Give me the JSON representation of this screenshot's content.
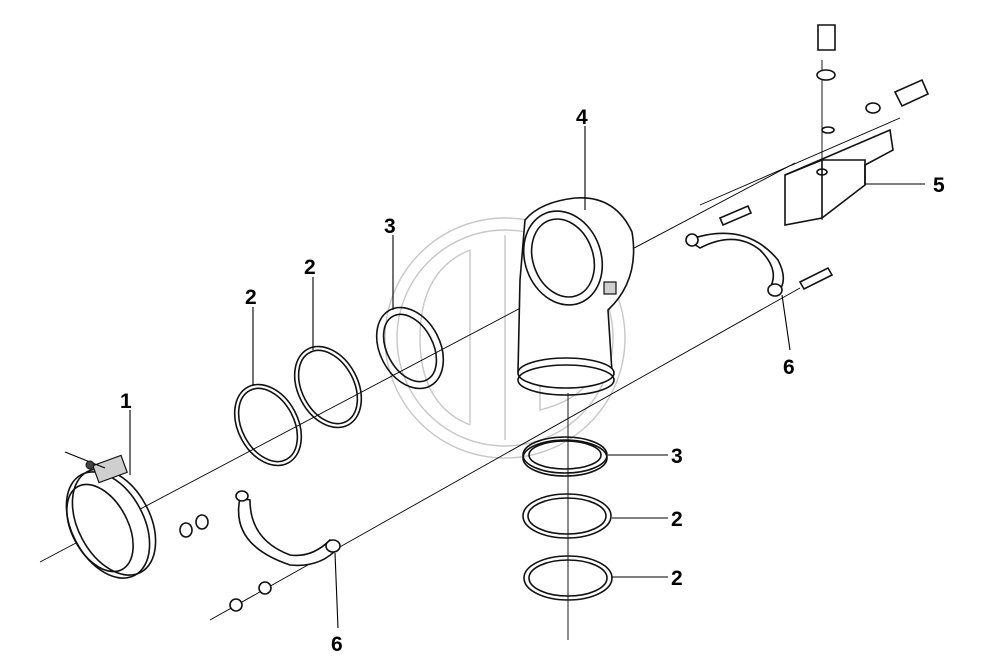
{
  "callouts": {
    "c1": "1",
    "c2a": "2",
    "c2b": "2",
    "c2c": "2",
    "c2d": "2",
    "c3a": "3",
    "c3b": "3",
    "c4": "4",
    "c5": "5",
    "c6a": "6",
    "c6b": "6"
  },
  "colors": {
    "line": "#000000",
    "background": "#ffffff",
    "watermark": "#9a9a9a"
  }
}
